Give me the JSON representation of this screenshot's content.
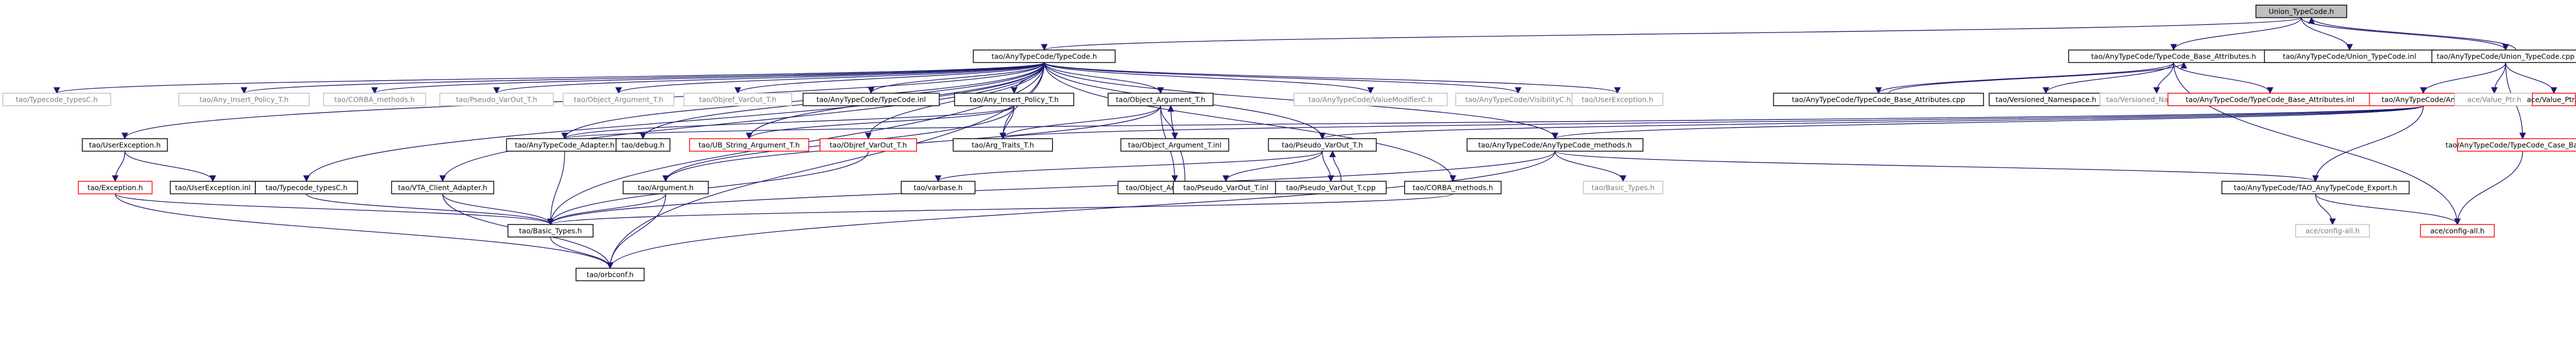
{
  "diagram": {
    "colors": {
      "edge": "#191970",
      "border_normal": "#000000",
      "border_missing": "#ff0000",
      "border_external": "#bfbfbf",
      "text_normal": "#000000",
      "text_external": "#7f7f7f",
      "root_fill": "#bfbfbf",
      "fill": "#ffffff"
    },
    "nodes": [
      {
        "id": "n0",
        "label": "Union_TypeCode.h",
        "style": "root"
      },
      {
        "id": "n1",
        "label": "tao/AnyTypeCode/TypeCode.h",
        "style": "normal"
      },
      {
        "id": "n2",
        "label": "tao/AnyTypeCode/TypeCode_Base_Attributes.h",
        "style": "normal"
      },
      {
        "id": "n3",
        "label": "tao/AnyTypeCode/Union_TypeCode.inl",
        "style": "normal"
      },
      {
        "id": "n4",
        "label": "tao/AnyTypeCode/Union_TypeCode.cpp",
        "style": "normal"
      },
      {
        "id": "n5",
        "label": "tao/Typecode_typesC.h",
        "style": "external"
      },
      {
        "id": "n6",
        "label": "tao/Any_Insert_Policy_T.h",
        "style": "external"
      },
      {
        "id": "n7",
        "label": "tao/CORBA_methods.h",
        "style": "external"
      },
      {
        "id": "n8",
        "label": "tao/Pseudo_VarOut_T.h",
        "style": "external"
      },
      {
        "id": "n9",
        "label": "tao/Object_Argument_T.h",
        "style": "external"
      },
      {
        "id": "n10",
        "label": "tao/Objref_VarOut_T.h",
        "style": "external"
      },
      {
        "id": "n11",
        "label": "tao/AnyTypeCode/TypeCode.inl",
        "style": "normal"
      },
      {
        "id": "n12",
        "label": "tao/Any_Insert_Policy_T.h",
        "style": "normal"
      },
      {
        "id": "n13",
        "label": "tao/Object_Argument_T.h",
        "style": "normal"
      },
      {
        "id": "n14",
        "label": "tao/AnyTypeCode/ValueModifierC.h",
        "style": "external"
      },
      {
        "id": "n15",
        "label": "tao/AnyTypeCode/VisibilityC.h",
        "style": "external"
      },
      {
        "id": "n16",
        "label": "tao/UserException.h",
        "style": "external"
      },
      {
        "id": "n17",
        "label": "tao/AnyTypeCode/TypeCode_Base_Attributes.cpp",
        "style": "normal"
      },
      {
        "id": "n18",
        "label": "tao/Versioned_Namespace.h",
        "style": "normal"
      },
      {
        "id": "n19",
        "label": "tao/Versioned_Namespace.h",
        "style": "external"
      },
      {
        "id": "n20",
        "label": "tao/AnyTypeCode/TypeCode_Base_Attributes.inl",
        "style": "missing"
      },
      {
        "id": "n21",
        "label": "tao/AnyTypeCode/Any.h",
        "style": "missing"
      },
      {
        "id": "n22",
        "label": "ace/Value_Ptr.h",
        "style": "external"
      },
      {
        "id": "n23",
        "label": "ace/Value_Ptr.h",
        "style": "missing"
      },
      {
        "id": "n24",
        "label": "tao/UserException.h",
        "style": "normal"
      },
      {
        "id": "n25",
        "label": "tao/Exception.h",
        "style": "missing"
      },
      {
        "id": "n26",
        "label": "tao/UserException.inl",
        "style": "normal"
      },
      {
        "id": "n27",
        "label": "tao/Typecode_typesC.h",
        "style": "normal"
      },
      {
        "id": "n28",
        "label": "tao/VTA_Client_Adapter.h",
        "style": "normal"
      },
      {
        "id": "n29",
        "label": "tao/AnyTypeCode_Adapter.h",
        "style": "normal"
      },
      {
        "id": "n30",
        "label": "tao/debug.h",
        "style": "normal"
      },
      {
        "id": "n31",
        "label": "tao/UB_String_Argument_T.h",
        "style": "missing"
      },
      {
        "id": "n32",
        "label": "tao/Objref_VarOut_T.h",
        "style": "missing"
      },
      {
        "id": "n33",
        "label": "tao/Arg_Traits_T.h",
        "style": "normal"
      },
      {
        "id": "n34",
        "label": "tao/Object_Argument_T.inl",
        "style": "normal"
      },
      {
        "id": "n35",
        "label": "tao/Object_Argument_T.cpp",
        "style": "normal"
      },
      {
        "id": "n36",
        "label": "tao/Pseudo_VarOut_T.h",
        "style": "normal"
      },
      {
        "id": "n37",
        "label": "tao/AnyTypeCode/AnyTypeCode_methods.h",
        "style": "normal"
      },
      {
        "id": "n38",
        "label": "tao/AnyTypeCode/TypeCode_Case_Base_T.h",
        "style": "missing"
      },
      {
        "id": "n39",
        "label": "tao/Argument.h",
        "style": "normal"
      },
      {
        "id": "n40",
        "label": "tao/varbase.h",
        "style": "normal"
      },
      {
        "id": "n41",
        "label": "tao/Pseudo_VarOut_T.inl",
        "style": "normal"
      },
      {
        "id": "n42",
        "label": "tao/Pseudo_VarOut_T.cpp",
        "style": "normal"
      },
      {
        "id": "n43",
        "label": "tao/CORBA_methods.h",
        "style": "normal"
      },
      {
        "id": "n44",
        "label": "tao/Basic_Types.h",
        "style": "external"
      },
      {
        "id": "n45",
        "label": "tao/AnyTypeCode/TAO_AnyTypeCode_Export.h",
        "style": "normal"
      },
      {
        "id": "n46",
        "label": "tao/Basic_Types.h",
        "style": "normal"
      },
      {
        "id": "n47",
        "label": "ace/config-all.h",
        "style": "external"
      },
      {
        "id": "n48",
        "label": "ace/config-all.h",
        "style": "missing"
      },
      {
        "id": "n49",
        "label": "tao/orbconf.h",
        "style": "normal"
      }
    ],
    "edges": [
      [
        "n0",
        "n1"
      ],
      [
        "n0",
        "n2"
      ],
      [
        "n0",
        "n3"
      ],
      [
        "n0",
        "n4"
      ],
      [
        "n4",
        "n0"
      ],
      [
        "n1",
        "n5"
      ],
      [
        "n1",
        "n6"
      ],
      [
        "n1",
        "n7"
      ],
      [
        "n1",
        "n8"
      ],
      [
        "n1",
        "n9"
      ],
      [
        "n1",
        "n10"
      ],
      [
        "n1",
        "n11"
      ],
      [
        "n1",
        "n12"
      ],
      [
        "n1",
        "n13"
      ],
      [
        "n1",
        "n14"
      ],
      [
        "n1",
        "n15"
      ],
      [
        "n1",
        "n16"
      ],
      [
        "n1",
        "n24"
      ],
      [
        "n1",
        "n27"
      ],
      [
        "n1",
        "n28"
      ],
      [
        "n1",
        "n29"
      ],
      [
        "n1",
        "n30"
      ],
      [
        "n1",
        "n31"
      ],
      [
        "n1",
        "n32"
      ],
      [
        "n1",
        "n33"
      ],
      [
        "n1",
        "n36"
      ],
      [
        "n1",
        "n37"
      ],
      [
        "n1",
        "n43"
      ],
      [
        "n1",
        "n46"
      ],
      [
        "n1",
        "n49"
      ],
      [
        "n2",
        "n17"
      ],
      [
        "n17",
        "n2"
      ],
      [
        "n2",
        "n18"
      ],
      [
        "n2",
        "n19"
      ],
      [
        "n2",
        "n20"
      ],
      [
        "n2",
        "n48"
      ],
      [
        "n4",
        "n21"
      ],
      [
        "n4",
        "n22"
      ],
      [
        "n4",
        "n23"
      ],
      [
        "n4",
        "n38"
      ],
      [
        "n21",
        "n29"
      ],
      [
        "n21",
        "n33"
      ],
      [
        "n21",
        "n36"
      ],
      [
        "n21",
        "n37"
      ],
      [
        "n21",
        "n45"
      ],
      [
        "n38",
        "n48"
      ],
      [
        "n24",
        "n25"
      ],
      [
        "n24",
        "n26"
      ],
      [
        "n25",
        "n46"
      ],
      [
        "n25",
        "n49"
      ],
      [
        "n12",
        "n29"
      ],
      [
        "n12",
        "n39"
      ],
      [
        "n12",
        "n33"
      ],
      [
        "n12",
        "n31"
      ],
      [
        "n13",
        "n34"
      ],
      [
        "n13",
        "n35"
      ],
      [
        "n35",
        "n13"
      ],
      [
        "n13",
        "n39"
      ],
      [
        "n13",
        "n33"
      ],
      [
        "n36",
        "n41"
      ],
      [
        "n36",
        "n42"
      ],
      [
        "n42",
        "n36"
      ],
      [
        "n36",
        "n40"
      ],
      [
        "n37",
        "n44"
      ],
      [
        "n37",
        "n45"
      ],
      [
        "n37",
        "n46"
      ],
      [
        "n37",
        "n49"
      ],
      [
        "n45",
        "n47"
      ],
      [
        "n45",
        "n48"
      ],
      [
        "n39",
        "n46"
      ],
      [
        "n39",
        "n49"
      ],
      [
        "n27",
        "n46"
      ],
      [
        "n28",
        "n46"
      ],
      [
        "n28",
        "n49"
      ],
      [
        "n29",
        "n46"
      ],
      [
        "n32",
        "n46"
      ],
      [
        "n43",
        "n46"
      ],
      [
        "n46",
        "n49"
      ]
    ]
  }
}
